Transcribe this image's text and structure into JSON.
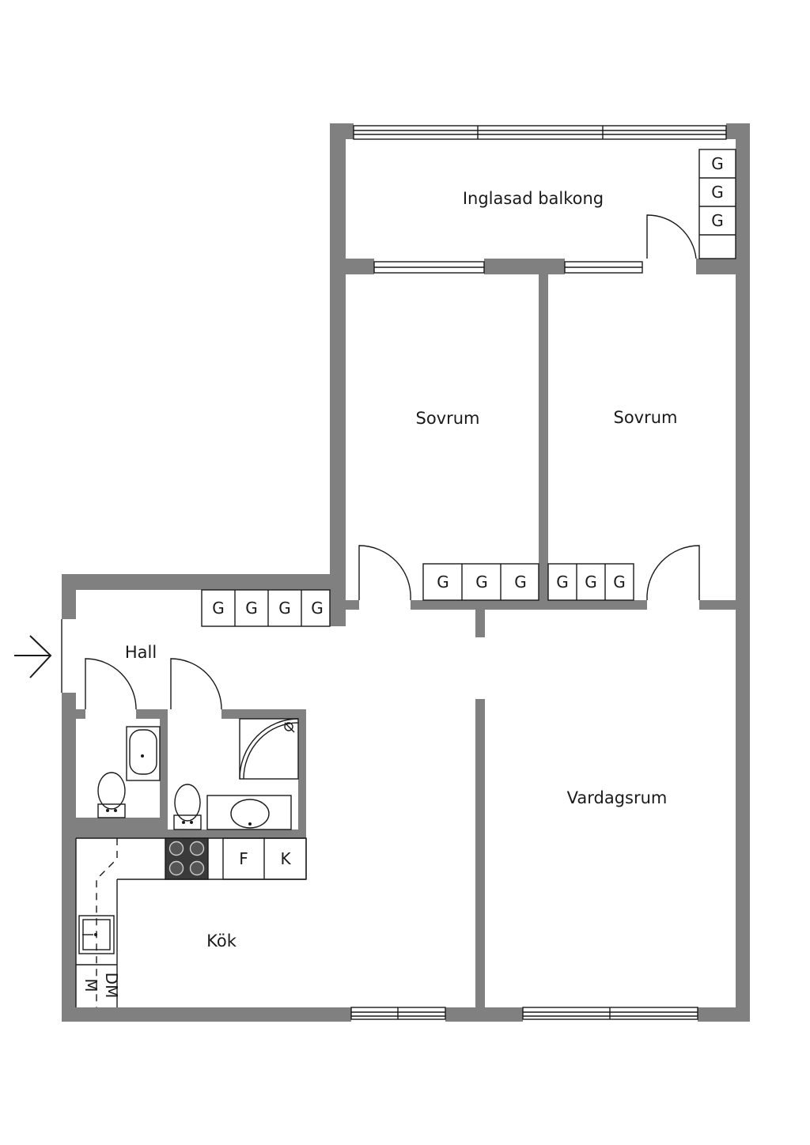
{
  "rooms": {
    "balcony": "Inglasad balkong",
    "bedroom_left": "Sovrum",
    "bedroom_right": "Sovrum",
    "living": "Vardagsrum",
    "hall": "Hall",
    "kitchen": "Kök"
  },
  "fixtures": {
    "wardrobe": "G",
    "fridge": "F",
    "freezer": "K",
    "microwave": "M",
    "dishwasher": "DM"
  },
  "icons": {
    "entrance": "entrance-arrow-icon",
    "stove": "stove-icon",
    "toilet": "toilet-icon",
    "sink": "sink-icon",
    "shower": "shower-icon"
  }
}
